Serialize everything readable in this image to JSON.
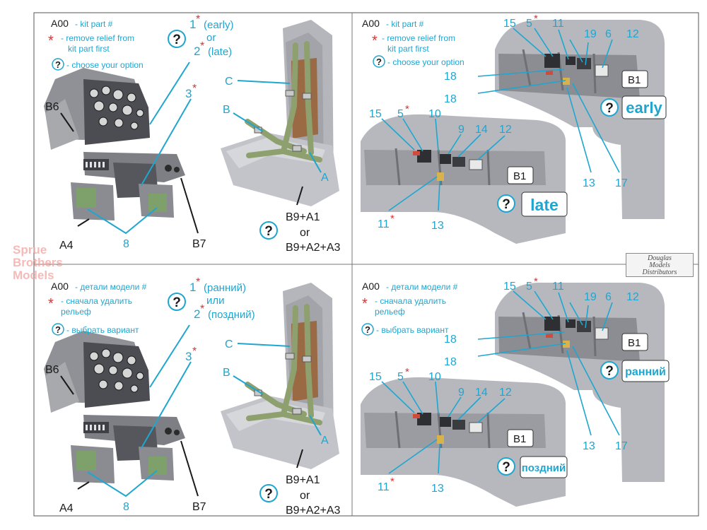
{
  "colors": {
    "accent": "#1fa6d0",
    "asterisk": "#e03030",
    "text": "#1a1a1a",
    "gray": "#b6b8bd"
  },
  "panels": [
    {
      "legend": {
        "kit": "A00",
        "kit_text": "- kit part #",
        "remove": "- remove relief from",
        "remove2": "kit part first",
        "choose": "- choose your option"
      },
      "dash": {
        "option1": "1",
        "option1_text": "(early)",
        "or": "or",
        "option2": "2",
        "option2_text": "(late)",
        "n3": "3",
        "b6": "B6",
        "b7": "B7",
        "a4": "A4",
        "n8": "8"
      },
      "seat": {
        "c": "C",
        "b": "B",
        "a": "A",
        "combo1": "B9+A1",
        "or": "or",
        "combo2": "B9+A2+A3"
      },
      "early": {
        "n15": "15",
        "n5": "5",
        "n11": "11",
        "n19": "19",
        "n6": "6",
        "n12": "12",
        "n18a": "18",
        "n18b": "18",
        "b1": "B1",
        "n13": "13",
        "n17": "17",
        "tag": "early"
      },
      "late": {
        "n15": "15",
        "n5": "5",
        "n10": "10",
        "n9": "9",
        "n14": "14",
        "n12": "12",
        "b1": "B1",
        "n11": "11",
        "n13": "13",
        "tag": "late"
      }
    },
    {
      "legend": {
        "kit": "A00",
        "kit_text": "- детали модели  #",
        "remove": "- сначала удалить",
        "remove2": "рельеф",
        "choose": "- выбрать вариант"
      },
      "dash": {
        "option1": "1",
        "option1_text": "(ранний)",
        "or": "или",
        "option2": "2",
        "option2_text": "(поздний)",
        "n3": "3",
        "b6": "B6",
        "b7": "B7",
        "a4": "A4",
        "n8": "8"
      },
      "seat": {
        "c": "C",
        "b": "B",
        "a": "A",
        "combo1": "B9+A1",
        "or": "or",
        "combo2": "B9+A2+A3"
      },
      "early": {
        "n15": "15",
        "n5": "5",
        "n11": "11",
        "n19": "19",
        "n6": "6",
        "n12": "12",
        "n18a": "18",
        "n18b": "18",
        "b1": "B1",
        "n13": "13",
        "n17": "17",
        "tag": "ранний"
      },
      "late": {
        "n15": "15",
        "n5": "5",
        "n10": "10",
        "n9": "9",
        "n14": "14",
        "n12": "12",
        "b1": "B1",
        "n11": "11",
        "n13": "13",
        "tag": "поздний"
      }
    }
  ],
  "watermark": {
    "line1": "Sprue",
    "line2": "Brothers",
    "line3": "Models"
  },
  "logo": {
    "line1": "Douglas",
    "line2": "Models",
    "line3": "Distributors"
  }
}
